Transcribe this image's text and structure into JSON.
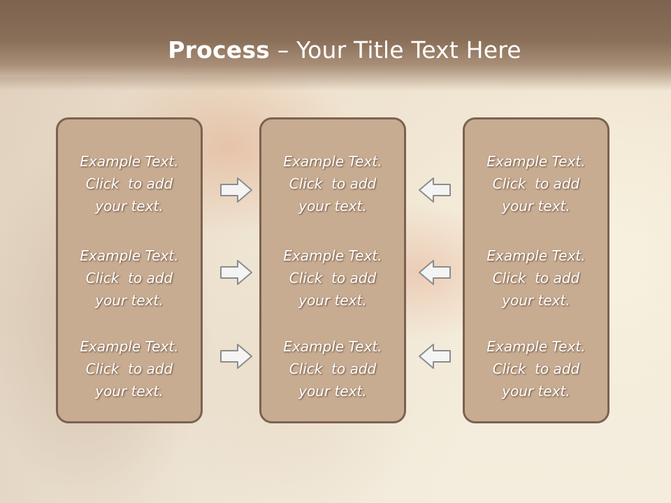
{
  "slide": {
    "title_bold": "Process",
    "title_rest": " – Your Title Text Here",
    "columns": [
      {
        "items": [
          {
            "line1": "Example Text.",
            "line2": "Click  to add",
            "line3": "your text."
          },
          {
            "line1": "Example Text.",
            "line2": "Click  to add",
            "line3": "your text."
          },
          {
            "line1": "Example Text.",
            "line2": "Click  to add",
            "line3": "your text."
          }
        ]
      },
      {
        "items": [
          {
            "line1": "Example Text.",
            "line2": "Click  to add",
            "line3": "your text."
          },
          {
            "line1": "Example Text.",
            "line2": "Click  to add",
            "line3": "your text."
          },
          {
            "line1": "Example Text.",
            "line2": "Click  to add",
            "line3": "your text."
          }
        ]
      },
      {
        "items": [
          {
            "line1": "Example Text.",
            "line2": "Click  to add",
            "line3": "your text."
          },
          {
            "line1": "Example Text.",
            "line2": "Click  to add",
            "line3": "your text."
          },
          {
            "line1": "Example Text.",
            "line2": "Click  to add",
            "line3": "your text."
          }
        ]
      }
    ],
    "arrows": {
      "left_group": "arrow-right-icon",
      "right_group": "arrow-left-icon"
    },
    "colors": {
      "header": "#8a6f59",
      "box_fill": "#c7ac92",
      "box_border": "#7b6250",
      "arrow_fill": "#f4f4f4",
      "arrow_stroke": "#8c8c8c"
    }
  }
}
